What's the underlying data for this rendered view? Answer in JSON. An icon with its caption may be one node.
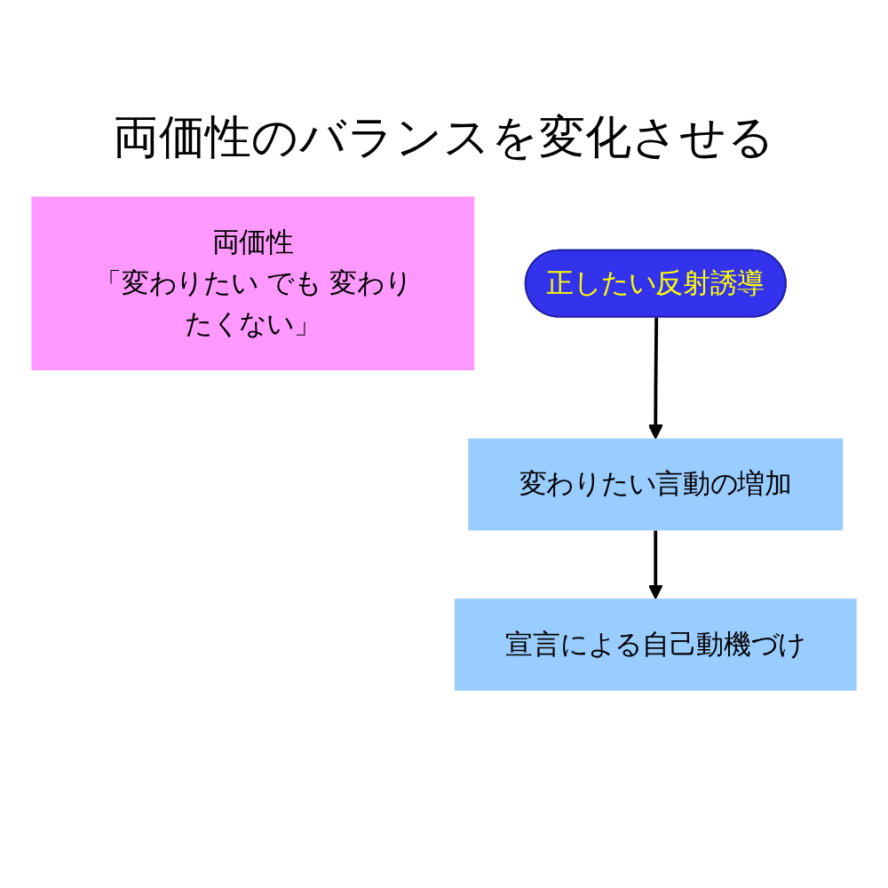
{
  "diagram": {
    "title": "両価性のバランスを変化させる",
    "nodes": [
      {
        "text": [
          "両価性",
          "「変わりたい でも 変わりたくない」"
        ]
      },
      {
        "text": [
          "正したい反射誘導"
        ]
      },
      {
        "text": [
          "変わりたい言動の増加"
        ]
      },
      {
        "text": [
          "宣言による自己動機づけ"
        ]
      }
    ],
    "edges": [
      {
        "from": 1,
        "to": 2,
        "arrow": "to"
      },
      {
        "from": 2,
        "to": 3,
        "arrow": "to"
      }
    ]
  }
}
